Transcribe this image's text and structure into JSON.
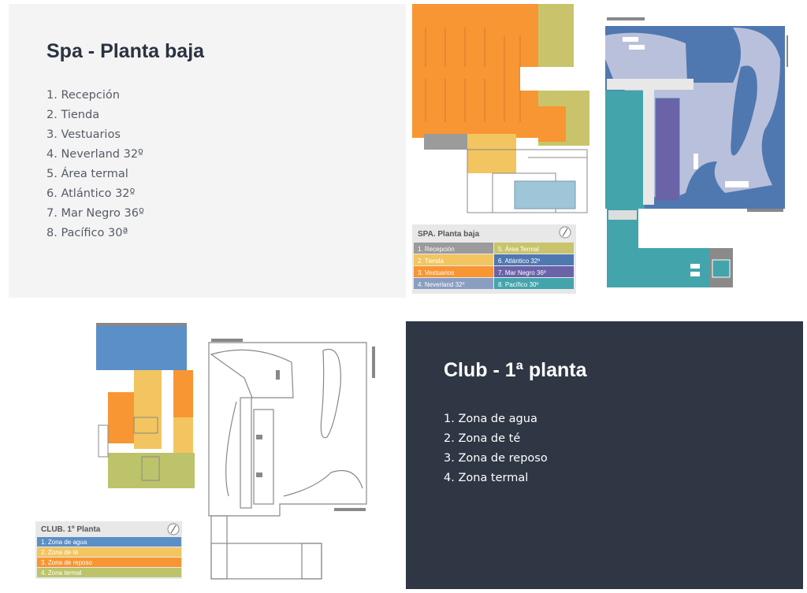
{
  "spa": {
    "title": "Spa - Planta baja",
    "items": [
      "1. Recepción",
      "2. Tienda",
      "3. Vestuarios",
      "4. Neverland 32º",
      "5. Área termal",
      "6. Atlántico 32º",
      "7. Mar Negro 36º",
      "8. Pacífico 30ª"
    ],
    "legend": {
      "title": "SPA. Planta baja",
      "entries": [
        {
          "label": "1. Recepción",
          "color": "#9b9b9b"
        },
        {
          "label": "5. Área Termal",
          "color": "#c9c46b"
        },
        {
          "label": "2. Tienda",
          "color": "#f2c560"
        },
        {
          "label": "6. Atlántico 32º",
          "color": "#4f78b0"
        },
        {
          "label": "3. Vestuarios",
          "color": "#f79632"
        },
        {
          "label": "7. Mar Negro 36º",
          "color": "#6a63a8"
        },
        {
          "label": "4. Neverland 32º",
          "color": "#8a9ec0"
        },
        {
          "label": "8. Pacífico 30º",
          "color": "#43a4ac"
        }
      ]
    }
  },
  "club": {
    "title": "Club - 1ª planta",
    "items": [
      "1. Zona de agua",
      "2. Zona de té",
      "3. Zona de reposo",
      "4. Zona termal"
    ],
    "legend": {
      "title": "CLUB. 1º Planta",
      "entries": [
        {
          "label": "1. Zona de agua",
          "color": "#5b8fc7"
        },
        {
          "label": "2. Zona de té",
          "color": "#f2c560"
        },
        {
          "label": "3. Zona de reposo",
          "color": "#f79632"
        },
        {
          "label": "4. Zona termal",
          "color": "#bdc36a"
        }
      ]
    }
  },
  "colors": {
    "dark_panel": "#2f3644",
    "light_panel": "#f4f4f4",
    "orange": "#f79632",
    "yellow": "#f2c560",
    "olive": "#c9c46b",
    "blue": "#4f78b0",
    "lavender": "#b9c0dc",
    "teal": "#43a4ac",
    "purple": "#6a63a8"
  },
  "icons": [
    "compass-icon"
  ]
}
